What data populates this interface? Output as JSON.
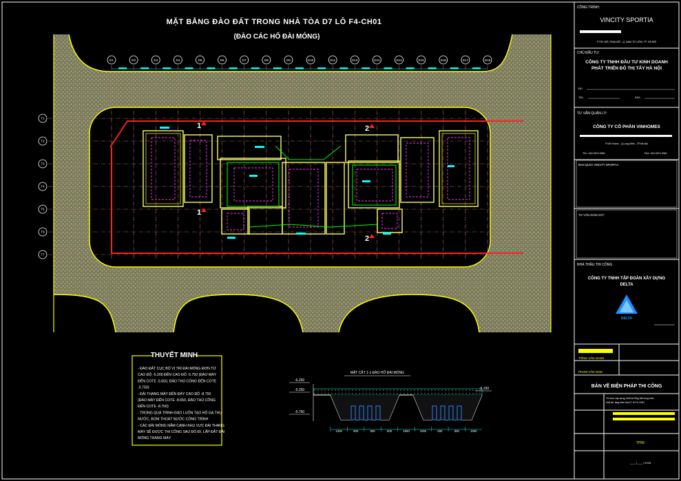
{
  "drawing": {
    "title": "MẶT BẰNG ĐÀO ĐẤT TRONG NHÀ TÒA D7 LÔ F4-CH01",
    "subtitle": "(ĐÀO CÁC HỐ ĐÀI MÓNG)",
    "grid_columns": [
      "D1",
      "D2",
      "D3",
      "D4",
      "D5",
      "D6",
      "D7",
      "D8",
      "D9",
      "D10",
      "D11",
      "D12",
      "D13",
      "D14",
      "D15",
      "D16",
      "D17",
      "D18"
    ],
    "grid_rows": [
      "T1",
      "T2",
      "T3",
      "T4",
      "T5",
      "T6",
      "T7"
    ],
    "section_marks": [
      "1",
      "1",
      "2",
      "2"
    ],
    "section_title": "MẶT CẮT 1-1 ĐÀO HỐ ĐÀI MÓNG",
    "section_levels": [
      "-6.250",
      "-5.250",
      "-5.750",
      "-5.150"
    ],
    "section_dims": [
      "1000",
      "500",
      "500",
      "500",
      "1000",
      "1000",
      "500",
      "500",
      "1000"
    ]
  },
  "notes": {
    "title": "THUYẾT MINH",
    "lines": [
      "- ĐÀO ĐẤT CỤC BỘ VỊ TRÍ ĐÀI MÓNG ĐƠN TỪ",
      "  CAO ĐỘ -5.200 ĐẾN CAO ĐỘ -5.750 (ĐÀO MÁY",
      "  ĐẾN COTE -5.650, ĐÀO THỦ CÔNG ĐẾN COTE",
      "  -5.750)",
      "- ĐÀI THANG MÁY ĐẾN ĐÁY CAO ĐỘ -8.750",
      "  (ĐÀO MÁY ĐẾN COTE -8.650, ĐÀO THỦ CÔNG",
      "  ĐẾN COTE -8.750)",
      "- TRONG QUÁ TRÌNH ĐÀO LUÔN TẠO HỐ GA THU",
      "  NƯỚC, BƠM THOÁT NƯỚC CÔNG TRÌNH",
      "- CÁC ĐÀI MÓNG NẰM CẠNH KHU VỰC ĐÀI THANG",
      "  MÁY SẼ ĐƯỢC THI CÔNG SAU ĐÓ ĐI, LẤP ĐẤT ĐÀI",
      "  MÓNG THANG MÁY"
    ]
  },
  "title_block": {
    "project_label": "CÔNG TRÌNH:",
    "project_name": "VINCITY SPORTIA",
    "project_address": "P.TÂY MỖ, P.ĐẠI MỖ - Q. NAM TỪ LIÊM, TP. HÀ NỘI",
    "owner_label": "CHỦ ĐẦU TƯ:",
    "owner_name_1": "CÔNG TY TNHH ĐẦU TƯ KINH DOANH",
    "owner_name_2": "PHÁT TRIỂN ĐÔ THỊ TÂY HÀ NỘI",
    "dc_label": "ĐC:",
    "tel_label": "TEL:",
    "fax_label": "FAX:",
    "consultant_label": "TƯ VẤN QUẢN LÝ:",
    "consultant_name": "CÔNG TY CỔ PHẦN VINHOMES",
    "consultant_address": "P.VIN Home - Q.Long Biên - TP.Hà Nội",
    "consultant_tel": "TEL: 024.3974.9350",
    "consultant_fax": "FAX: 024.3974.9351",
    "board_label": "BAN QLDA VINCITY SPORTIA:",
    "supervisor_label": "TƯ VẤN GIÁM SÁT:",
    "contractor_label": "NHÀ THẦU THI CÔNG",
    "contractor_name_1": "CÔNG TY TNHH TẬP ĐOÀN XÂY DỰNG",
    "contractor_name_2": "DELTA",
    "logo_text": "DELTA",
    "person_1": "TỐNG VĂN SANG",
    "person_2": "PHẠM VĂN NAM",
    "sheet_title": "BẢN VẼ BIỆN PHÁP THI CÔNG",
    "sheet_desc_1": "Tổ chức xây dựng, thiết kế tổng thể công trình",
    "sheet_desc_2": "khối đế, tầng hầm tòa D7 lô F4-CH01",
    "sheet_code": "TP06",
    "sheet_number": "____/____/ 2018"
  },
  "colors": {
    "background": "#000000",
    "frame": "#ffffff",
    "soil": "#9a9a72",
    "boundary": "#ffff00",
    "excavation": "#ff0000",
    "footing": "#ffff66",
    "pile": "#ff00ff",
    "wall": "#00ff00",
    "grid": "#b07070",
    "dim": "#00ffff",
    "logo": "#1e90ff"
  }
}
